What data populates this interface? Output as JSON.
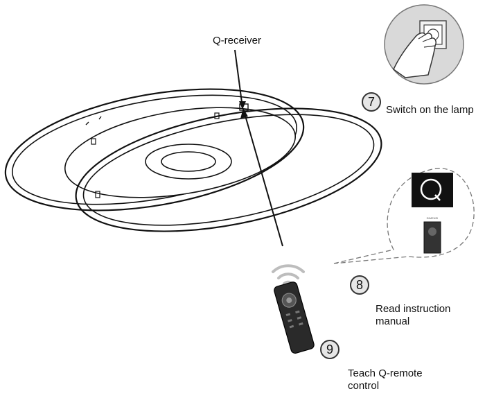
{
  "labels": {
    "receiver": "Q-receiver"
  },
  "steps": [
    {
      "number": "7",
      "text": "Switch on the lamp"
    },
    {
      "number": "8",
      "text": "Read instruction manual"
    },
    {
      "number": "9",
      "text": "Teach Q-remote control"
    }
  ],
  "callout": {
    "logo_letter": "Q",
    "remote_brand": "DIMENSI"
  },
  "colors": {
    "line": "#111111",
    "step_circle_fill": "#e6e6e6",
    "q_logo_bg": "#111111",
    "remote_body": "#222222"
  },
  "icons": [
    "hand-switch-icon",
    "wifi-signal-icon",
    "remote-control-icon",
    "q-logo-icon",
    "ceiling-lamp-illustration"
  ]
}
